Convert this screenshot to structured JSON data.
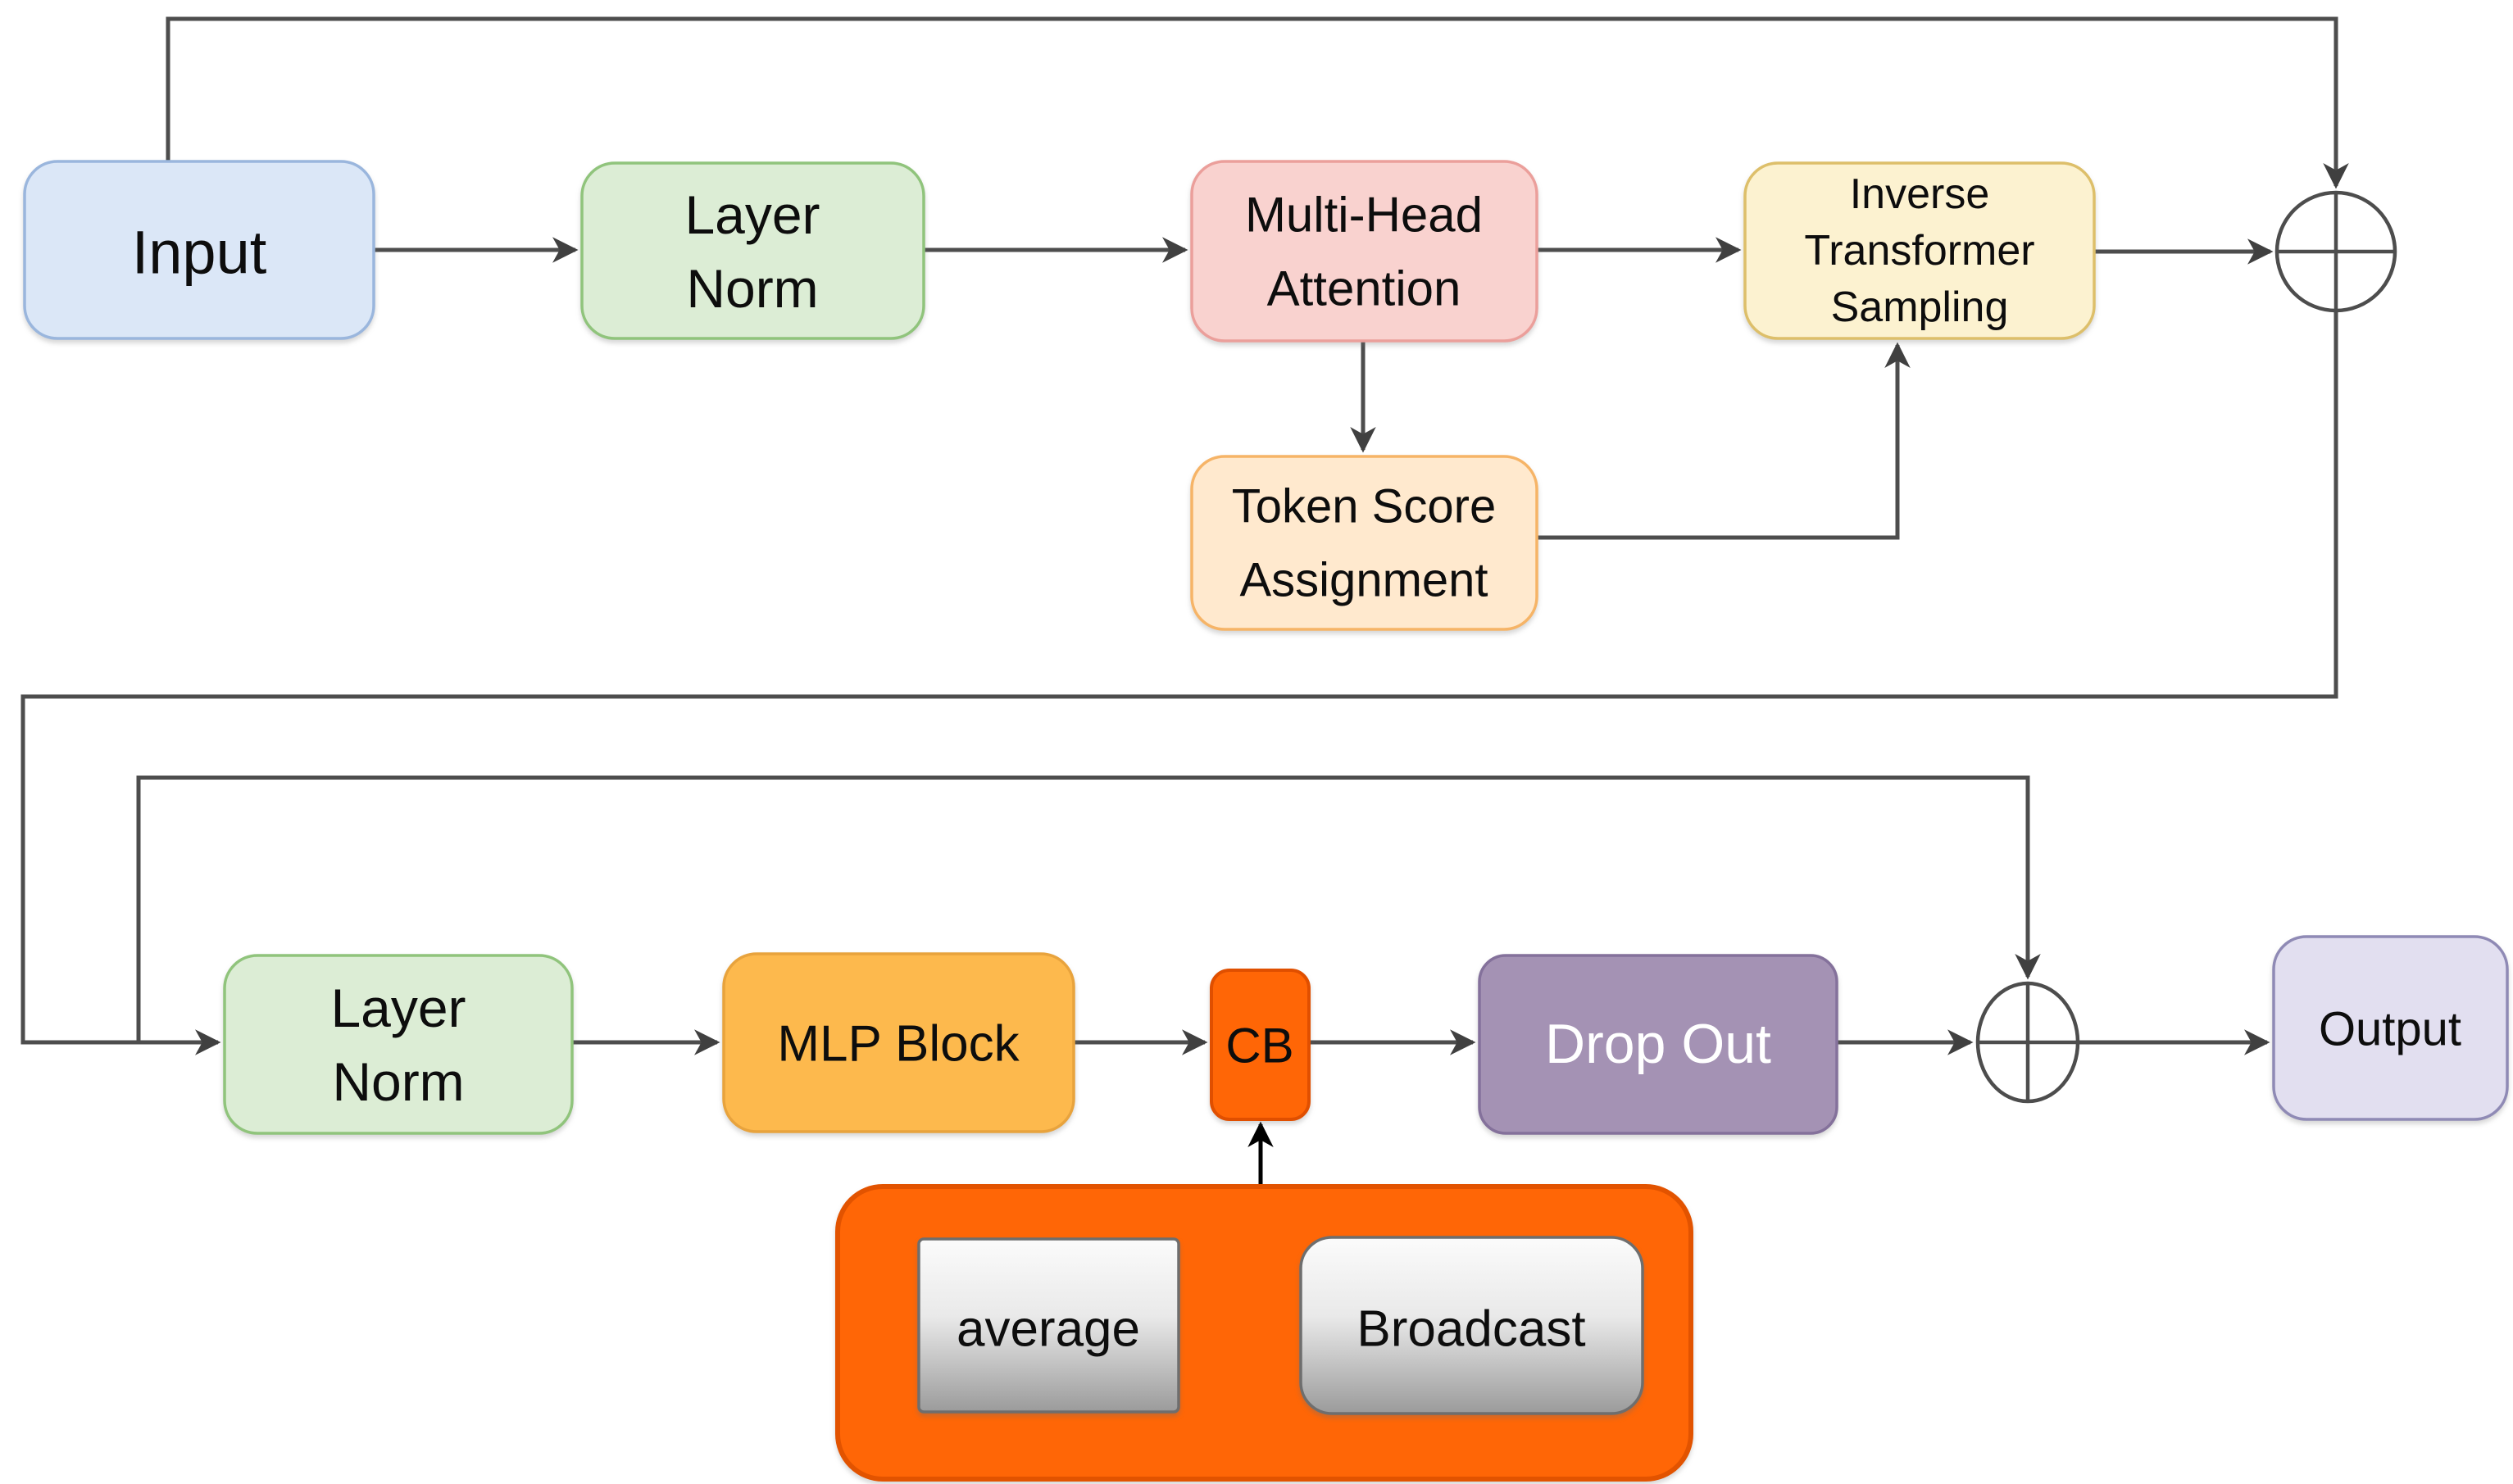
{
  "diagram": {
    "description": "Transformer block diagram with inverse transformer sampling and CB (average/broadcast) module",
    "nodes": {
      "input": {
        "label": "Input"
      },
      "layer_norm_1": {
        "line1": "Layer",
        "line2": "Norm"
      },
      "multi_head_attention": {
        "line1": "Multi-Head",
        "line2": "Attention"
      },
      "inverse_transformer_sampling": {
        "line1": "Inverse",
        "line2": "Transformer",
        "line3": "Sampling"
      },
      "token_score_assignment": {
        "line1": "Token Score",
        "line2": "Assignment"
      },
      "layer_norm_2": {
        "line1": "Layer",
        "line2": "Norm"
      },
      "mlp_block": {
        "label": "MLP Block"
      },
      "cb": {
        "label": "CB"
      },
      "drop_out": {
        "label": "Drop Out"
      },
      "output": {
        "label": "Output"
      },
      "average": {
        "label": "average"
      },
      "broadcast": {
        "label": "Broadcast"
      }
    },
    "icons": {
      "residual_add_1": "plus-circle-icon",
      "residual_add_2": "plus-circle-icon"
    },
    "colors": {
      "input_fill": "#dbe7f7",
      "input_stroke": "#9ab6dd",
      "layernorm_fill": "#dcedd5",
      "layernorm_stroke": "#90c47c",
      "attention_fill": "#f9d2cf",
      "attention_stroke": "#eb9f9b",
      "sampling_fill": "#fcf2d0",
      "sampling_stroke": "#ddbf6a",
      "token_fill": "#ffe9ce",
      "token_stroke": "#f6b467",
      "mlp_fill": "#fdb94d",
      "mlp_stroke": "#e8a33d",
      "cb_fill": "#ff6606",
      "cb_stroke": "#e04f00",
      "dropout_fill": "#a492b4",
      "dropout_stroke": "#84719b",
      "output_fill": "#e2dff0",
      "output_stroke": "#8f8ab5",
      "container_fill": "#ff6606",
      "container_stroke": "#e25300",
      "gray_box_top": "#fbfbfb",
      "gray_box_bottom": "#9b9b9b",
      "connector": "#4d4d4d",
      "black_arrow": "#000000"
    }
  }
}
